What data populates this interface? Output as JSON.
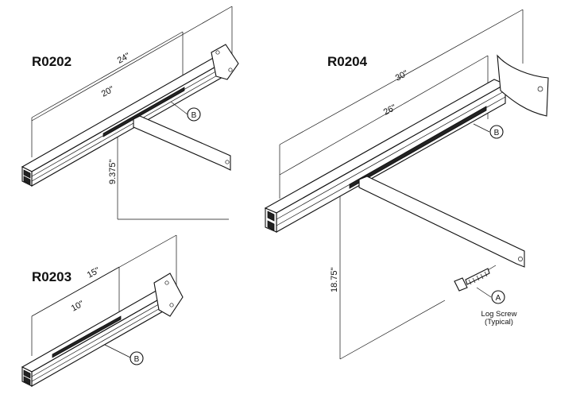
{
  "models": {
    "r0202": {
      "title": "R0202",
      "overall_length": "24\"",
      "inner_length": "20\"",
      "drop_height": "9.375\"",
      "callout": "B"
    },
    "r0203": {
      "title": "R0203",
      "overall_length": "15\"",
      "inner_length": "10\"",
      "callout": "B"
    },
    "r0204": {
      "title": "R0204",
      "overall_length": "30\"",
      "inner_length": "26\"",
      "drop_height": "18.75\"",
      "callout": "B"
    }
  },
  "screw": {
    "callout": "A",
    "label_line1": "Log Screw",
    "label_line2": "(Typical)"
  }
}
